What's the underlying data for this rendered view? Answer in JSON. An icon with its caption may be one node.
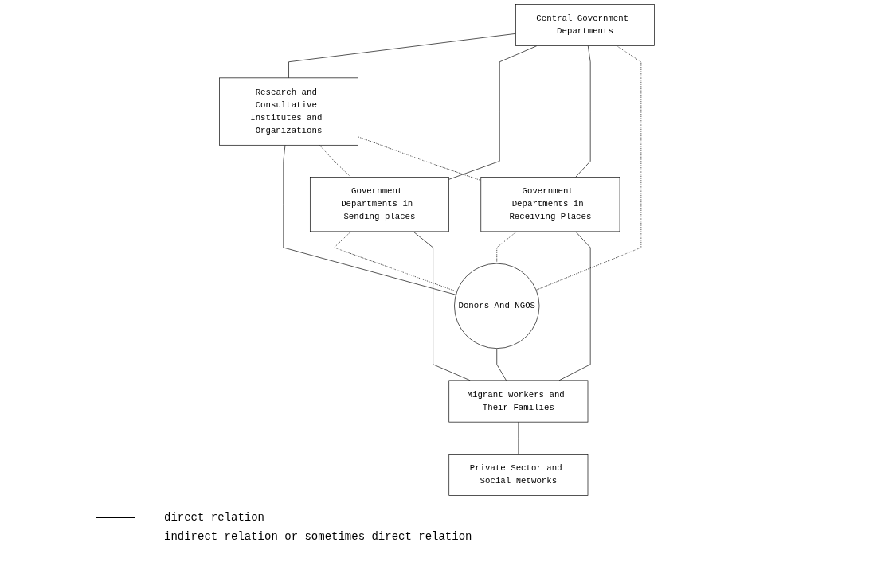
{
  "diagram": {
    "nodes": [
      {
        "text": [
          "Central Government Departments"
        ]
      },
      {
        "text": [
          "Research and Consultative Institutes and Organizations"
        ]
      },
      {
        "text": [
          "Donors And NGOS"
        ]
      },
      {
        "text": [
          "Government Departments in Sending places"
        ]
      },
      {
        "text": [
          "Government Departments in Receiving Places"
        ]
      },
      {
        "text": [
          "Migrant Workers and Their Families"
        ]
      },
      {
        "text": [
          "Private Sector and Social Networks"
        ]
      }
    ],
    "edges": [
      {
        "from": 0,
        "to": 1,
        "arrow": "none"
      },
      {
        "from": 0,
        "to": 3,
        "arrow": "none"
      },
      {
        "from": 0,
        "to": 4,
        "arrow": "none"
      },
      {
        "from": 0,
        "to": 2,
        "arrow": "none",
        "style": "dashed"
      },
      {
        "from": 1,
        "to": 2,
        "arrow": "none"
      },
      {
        "from": 1,
        "to": 3,
        "arrow": "none",
        "style": "dashed"
      },
      {
        "from": 1,
        "to": 4,
        "arrow": "none",
        "style": "dashed"
      },
      {
        "from": 3,
        "to": 2,
        "arrow": "none",
        "style": "dashed"
      },
      {
        "from": 4,
        "to": 2,
        "arrow": "none",
        "style": "dashed"
      },
      {
        "from": 3,
        "to": 5,
        "arrow": "none"
      },
      {
        "from": 4,
        "to": 5,
        "arrow": "none"
      },
      {
        "from": 2,
        "to": 5,
        "arrow": "none"
      },
      {
        "from": 5,
        "to": 6,
        "arrow": "none"
      }
    ],
    "legend": [
      {
        "text": "direct relation"
      },
      {
        "text": "indirect relation or sometimes direct relation"
      }
    ]
  }
}
